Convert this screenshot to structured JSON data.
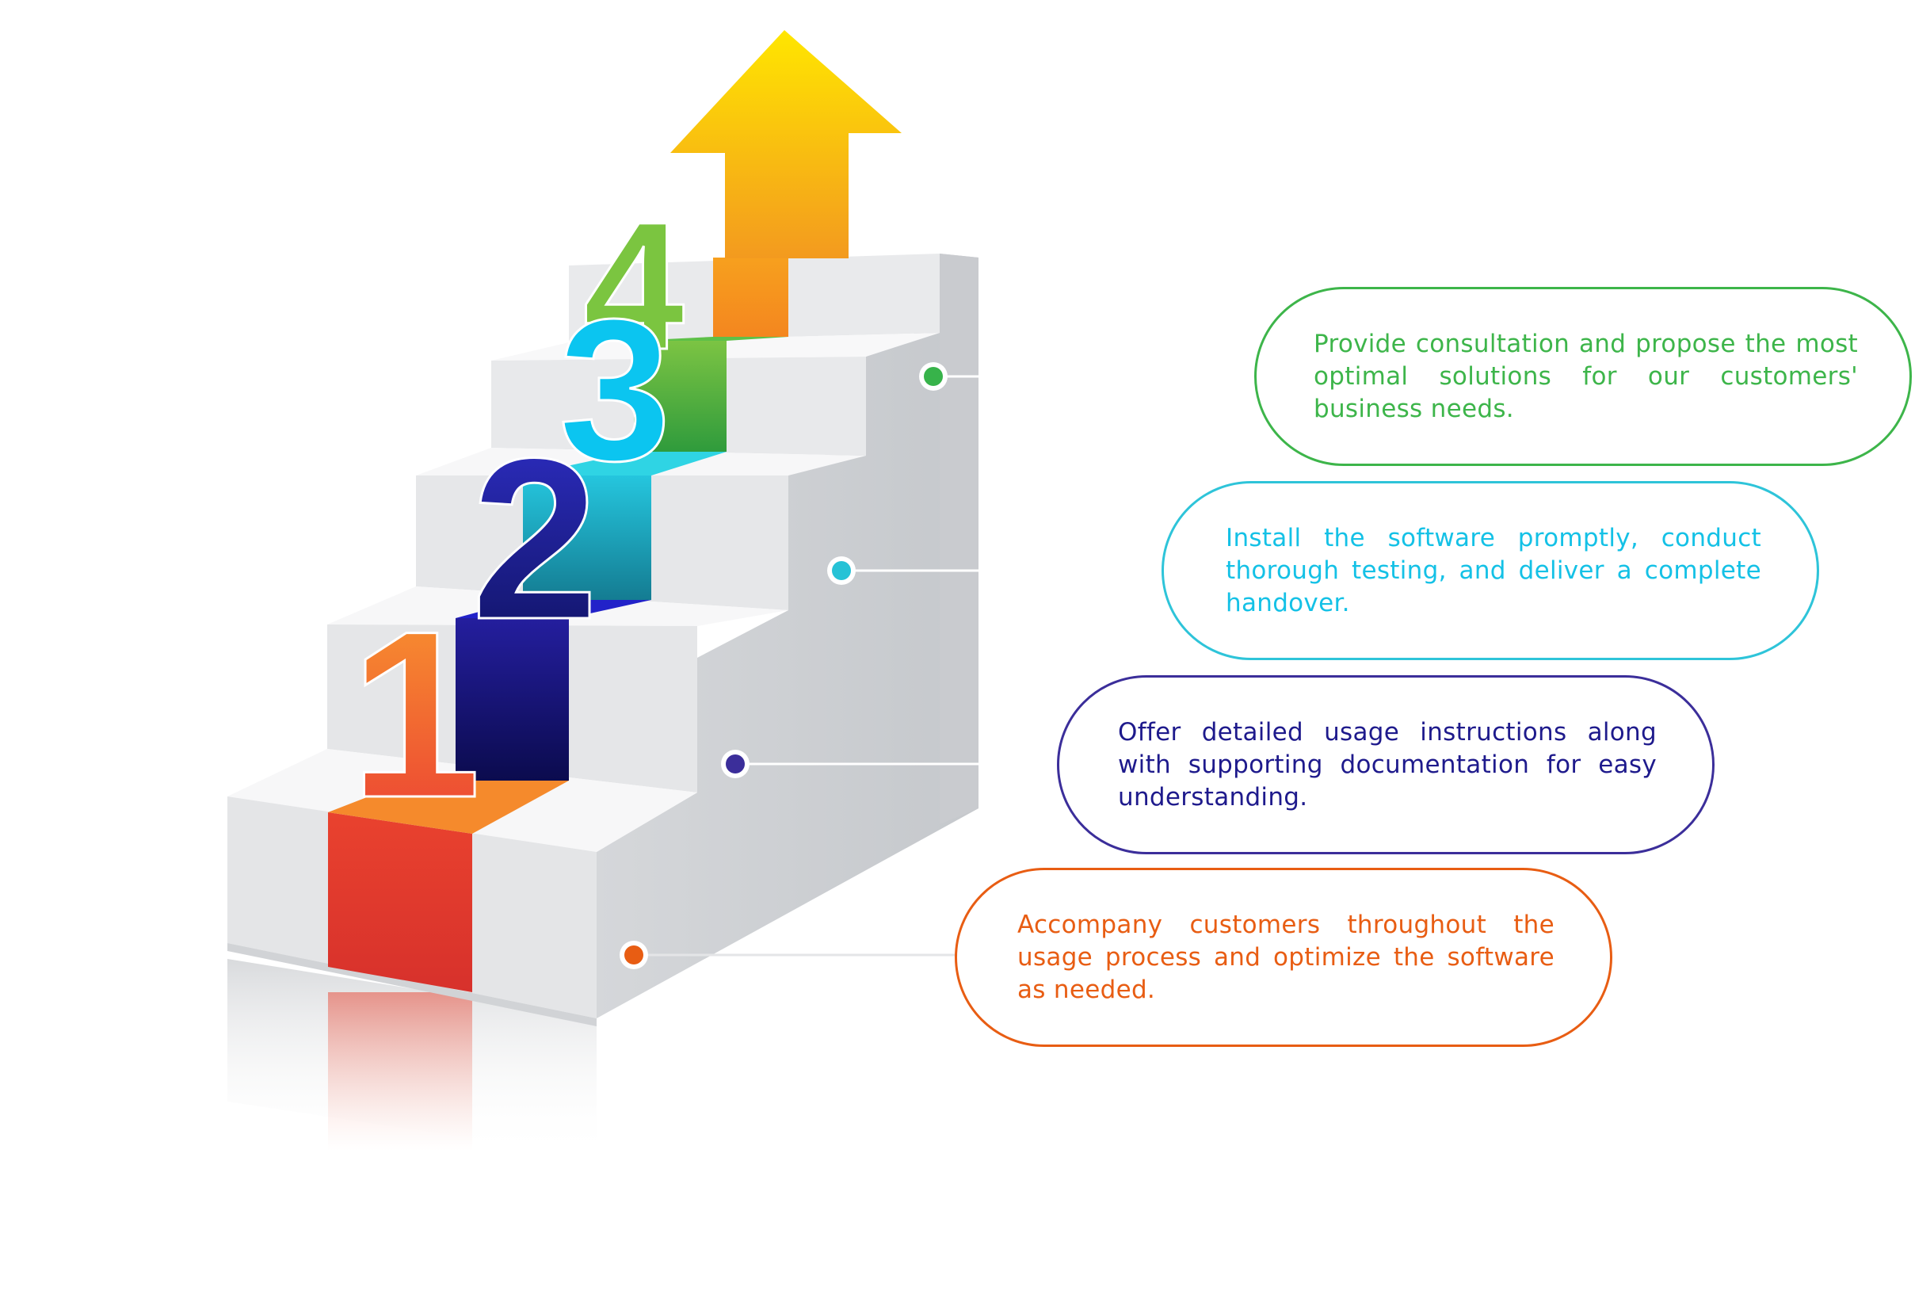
{
  "steps": [
    {
      "number": "1",
      "text": "Accompany customers throughout the usage process and optimize the software as needed.",
      "color": "#E85D13"
    },
    {
      "number": "2",
      "text": "Offer detailed usage instructions along with supporting documentation for easy understanding.",
      "color": "#1E1A8C"
    },
    {
      "number": "3",
      "text": "Install the software promptly, conduct thorough testing, and deliver a complete handover.",
      "color": "#14C1E6"
    },
    {
      "number": "4",
      "text": "Provide consultation and propose the most optimal solutions for our customers' business needs.",
      "color": "#37B34A"
    }
  ],
  "colors": {
    "step_face": "#E9EAEC",
    "step_top": "#F7F7F8",
    "step_side": "#D2D4D7",
    "arrow_top": "#FFE400",
    "arrow_bottom": "#F6A21E",
    "bullet_step1": "#E85D13",
    "bullet_step2": "#3B2E9A",
    "bullet_step3": "#26C2D6",
    "bullet_step4": "#37B34A"
  },
  "icons": {
    "arrow": "up-arrow-icon",
    "bullet": "circle-dot-icon"
  }
}
